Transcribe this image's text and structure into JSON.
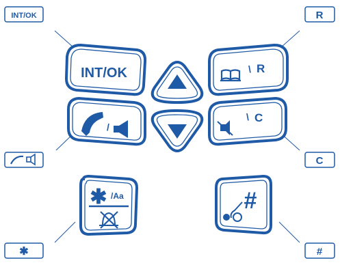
{
  "colors": {
    "ink": "#1f5aa6",
    "ink_dark": "#16437d",
    "key_fill": "#ffffff",
    "background": "#ffffff"
  },
  "callouts": {
    "int_ok": "INT/OK",
    "r": "R",
    "c": "C",
    "hash": "#",
    "star": "✱",
    "handset": "handset-speaker-icon"
  },
  "keys": {
    "int_ok": {
      "label": "INT/OK"
    },
    "phonebook_r": {
      "slash": "\\",
      "label": "R",
      "icon": "phonebook-icon"
    },
    "handset_speaker": {
      "slash": "/",
      "icon": "handset-icon",
      "icon2": "speaker-icon"
    },
    "mute_c": {
      "slash": "\\",
      "label": "C",
      "icon": "mute-icon"
    },
    "star_aa": {
      "glyph": "✱",
      "label": "/Aa",
      "icon": "ringer-off-icon"
    },
    "hash": {
      "glyph": "#",
      "icon": "key-lock-icon"
    },
    "up": {
      "icon": "up-arrow-icon"
    },
    "down": {
      "icon": "down-arrow-icon"
    }
  }
}
